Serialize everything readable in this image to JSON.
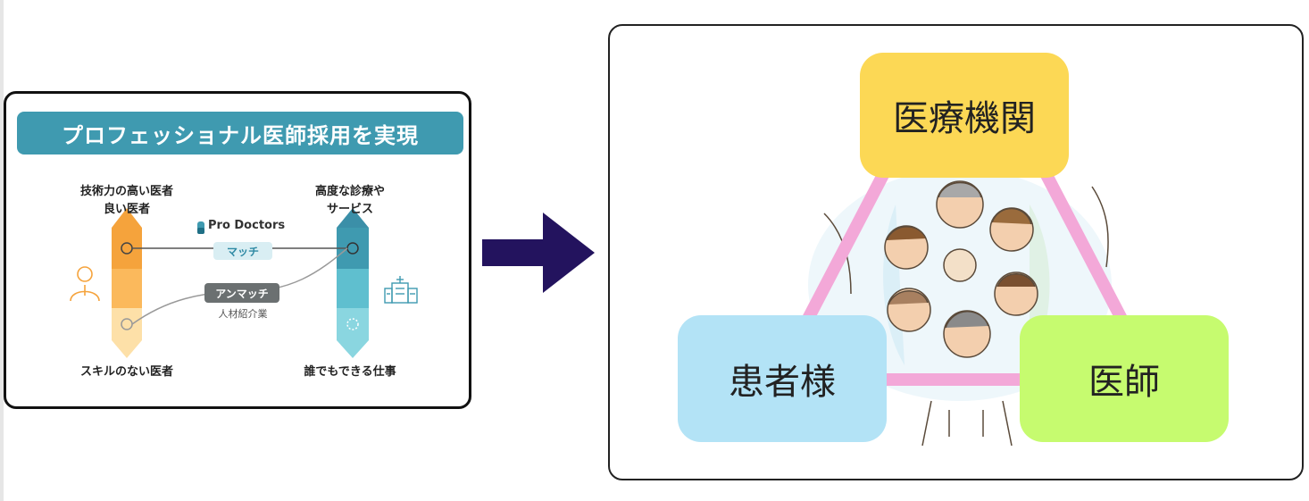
{
  "left_card": {
    "banner_title": "プロフェッショナル医師採用を実現",
    "label_high_skill_line1": "技術力の高い医者",
    "label_high_skill_line2": "良い医者",
    "label_advanced_line1": "高度な診療や",
    "label_advanced_line2": "サービス",
    "brand_name": "Pro Doctors",
    "match_label": "マッチ",
    "unmatch_label": "アンマッチ",
    "agency_label": "人材紹介業",
    "label_low_skill": "スキルのない医者",
    "label_any_job": "誰でもできる仕事",
    "colors": {
      "banner": "#3f9ab0",
      "orange": "#f5a33c",
      "teal": "#3f9ab0"
    }
  },
  "arrow": {
    "color": "#23135e"
  },
  "right_card": {
    "node_medical": "医療機関",
    "node_patient": "患者様",
    "node_doctor": "医師",
    "colors": {
      "medical": "#fcd855",
      "patient": "#b3e3f6",
      "doctor": "#c6fb6f",
      "triangle_edge": "#f3a8d8"
    }
  }
}
